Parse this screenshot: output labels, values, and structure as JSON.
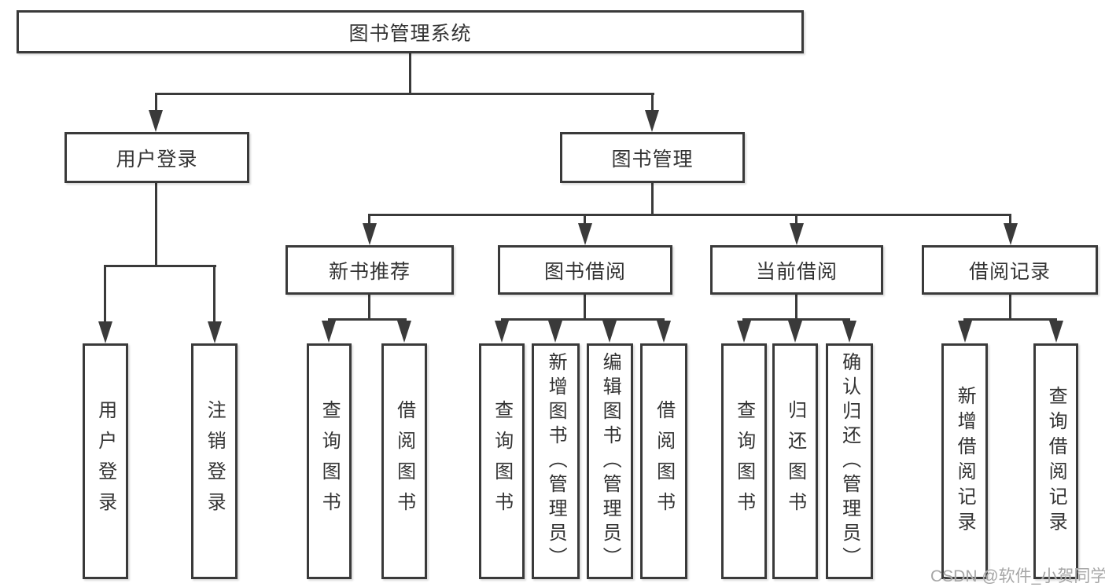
{
  "tree": {
    "root": {
      "label": "图书管理系统"
    },
    "branches": [
      {
        "label": "用户登录",
        "children": [
          {
            "label": "用户登录"
          },
          {
            "label": "注销登录"
          }
        ]
      },
      {
        "label": "图书管理",
        "children": [
          {
            "label": "新书推荐",
            "children": [
              {
                "label": "查询图书"
              },
              {
                "label": "借阅图书"
              }
            ]
          },
          {
            "label": "图书借阅",
            "children": [
              {
                "label": "查询图书"
              },
              {
                "label": "新增图书（管理员）"
              },
              {
                "label": "编辑图书（管理员）"
              },
              {
                "label": "借阅图书"
              }
            ]
          },
          {
            "label": "当前借阅",
            "children": [
              {
                "label": "查询图书"
              },
              {
                "label": "归还图书"
              },
              {
                "label": "确认归还（管理员）"
              }
            ]
          },
          {
            "label": "借阅记录",
            "children": [
              {
                "label": "新增借阅记录"
              },
              {
                "label": "查询借阅记录"
              }
            ]
          }
        ]
      }
    ]
  },
  "watermark": {
    "text": "CSDN @软件_小贺同学"
  },
  "colors": {
    "line": "#3a3a3a",
    "text": "#333333",
    "watermark": "#a6a6a6",
    "background": "#ffffff"
  }
}
